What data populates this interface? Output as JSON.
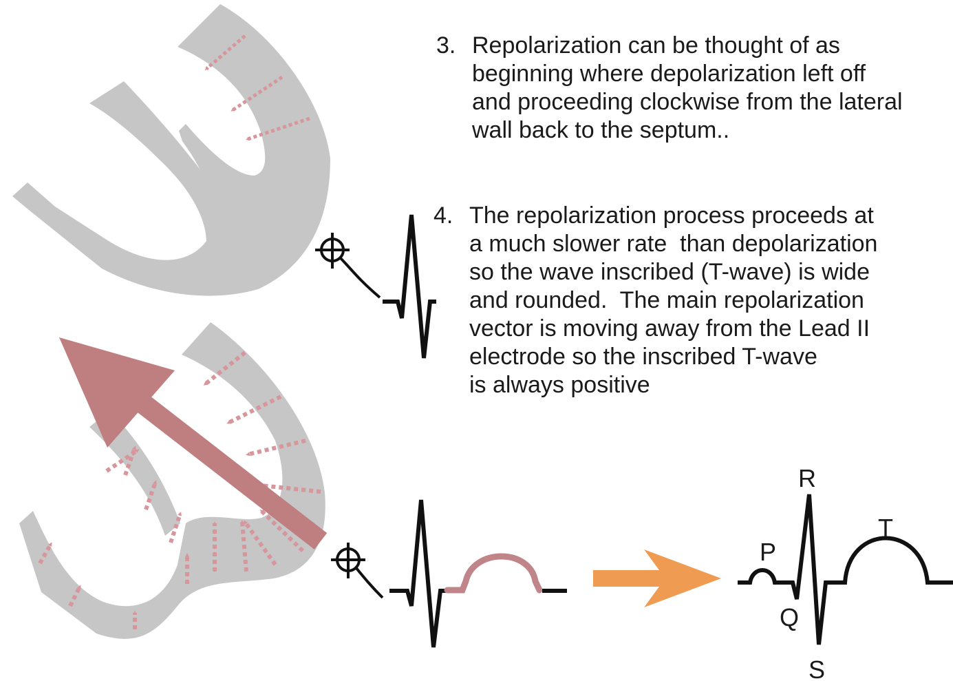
{
  "steps": [
    {
      "number": "3.",
      "lines": [
        "Repolarization can be thought of as",
        "beginning where depolarization left off",
        "and proceeding clockwise from the lateral",
        "wall back to the septum.."
      ]
    },
    {
      "number": "4.",
      "lines": [
        "The repolarization process proceeds at",
        "a much slower rate  than depolarization",
        "so the wave inscribed (T-wave) is wide",
        "and rounded.  The main repolarization",
        "vector is moving away from the Lead II",
        "electrode so the inscribed T-wave",
        "is always positive"
      ]
    }
  ],
  "wave_labels": {
    "p": "P",
    "q": "Q",
    "r": "R",
    "s": "S",
    "t": "T"
  },
  "colors": {
    "heart_wall": "#c6c6c6",
    "vector_arrow": "#bf7e80",
    "t_wave_highlight": "#bf8589",
    "transition_arrow": "#ef9b52",
    "ecg_trace": "#111111",
    "text": "#1a1a1a"
  },
  "icons": [
    "electrode-crosshair-icon",
    "transition-arrow-icon"
  ]
}
